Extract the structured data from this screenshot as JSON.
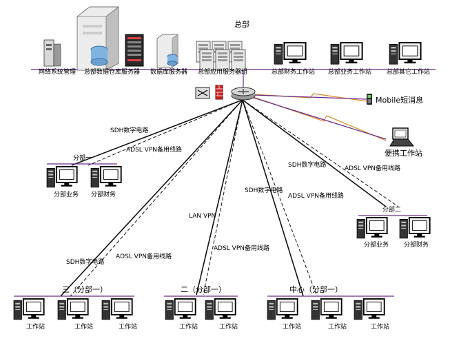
{
  "hq": {
    "title": "总部",
    "network_mgmt": "网络系统管理",
    "dw_server": "总部数据仓库服务器",
    "db_server": "数据库服务器",
    "app_servers": "总部应用服务器组",
    "finance_ws": "总部财务工作站",
    "business_ws": "总部业务工作站",
    "other_ws": "总部其它工作站"
  },
  "mobile": {
    "sms": "Mobile短消息",
    "laptop": "便携工作站"
  },
  "links": {
    "sdh": "SDH数字电路",
    "adsl": "ADSL VPN备用线路",
    "lan": "LAN VPN"
  },
  "branch1": {
    "name": "分部一",
    "business": "分部业务",
    "finance": "分部财务"
  },
  "branch2": {
    "name": "分部二",
    "business": "分部业务",
    "finance": "分部财务"
  },
  "site_a": {
    "name": "三（分部一）",
    "ws": "工作站"
  },
  "site_b": {
    "name": "二（分部一）",
    "ws": "工作站"
  },
  "site_c": {
    "name": "中心（分部一）",
    "ws": "工作站"
  },
  "colors": {
    "purple": "#6a2a8a",
    "orange": "#e09030",
    "line": "#222222",
    "red": "#cc2222"
  }
}
